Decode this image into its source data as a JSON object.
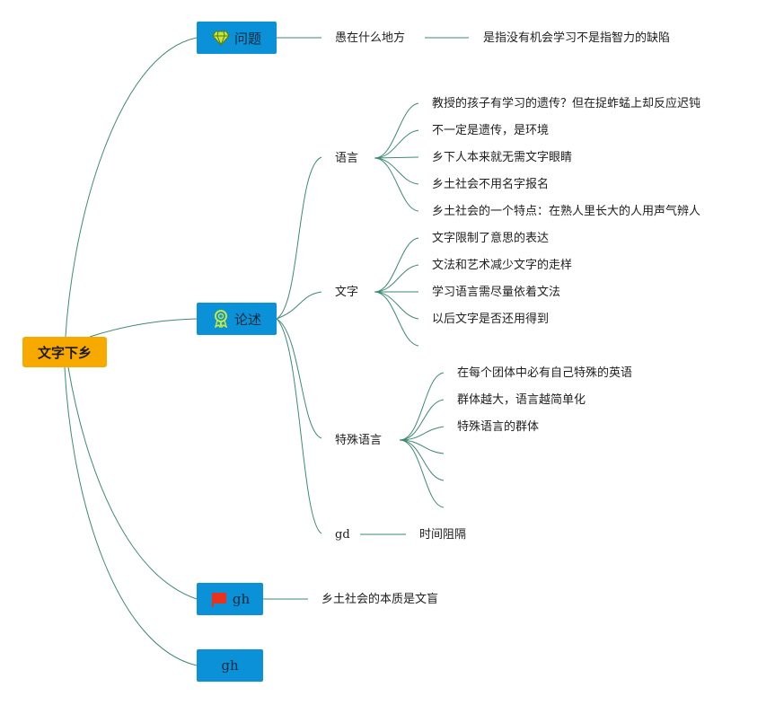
{
  "root": {
    "label": "文字下乡"
  },
  "branches": {
    "wenti": {
      "label": "问题",
      "icon": "diamond-icon",
      "child": "愚在什么地方",
      "grandchild": "是指没有机会学习不是指智力的缺陷"
    },
    "lunshu": {
      "label": "论述",
      "icon": "award-ribbon-icon",
      "yuyan": {
        "label": "语言",
        "items": [
          "教授的孩子有学习的遗传？但在捉蚱蜢上却反应迟钝",
          "不一定是遗传，是环境",
          "乡下人本来就无需文字眼睛",
          "乡土社会不用名字报名",
          "乡土社会的一个特点：在熟人里长大的人用声气辨人"
        ]
      },
      "wenzi": {
        "label": "文字",
        "items": [
          "文字限制了意思的表达",
          "文法和艺术减少文字的走样",
          "学习语言需尽量依着文法",
          "以后文字是否还用得到"
        ]
      },
      "teshu": {
        "label": "特殊语言",
        "items": [
          "在每个团体中必有自己特殊的英语",
          "群体越大，语言越简单化",
          "特殊语言的群体"
        ]
      },
      "gd": {
        "label": "gd",
        "child": "时间阻隔"
      }
    },
    "gh1": {
      "label": "gh",
      "icon": "red-flag-icon",
      "child": "乡土社会的本质是文盲"
    },
    "gh2": {
      "label": "gh"
    }
  },
  "colors": {
    "root": "#f7a900",
    "main": "#0a91d8",
    "link": "#3e8a72"
  }
}
